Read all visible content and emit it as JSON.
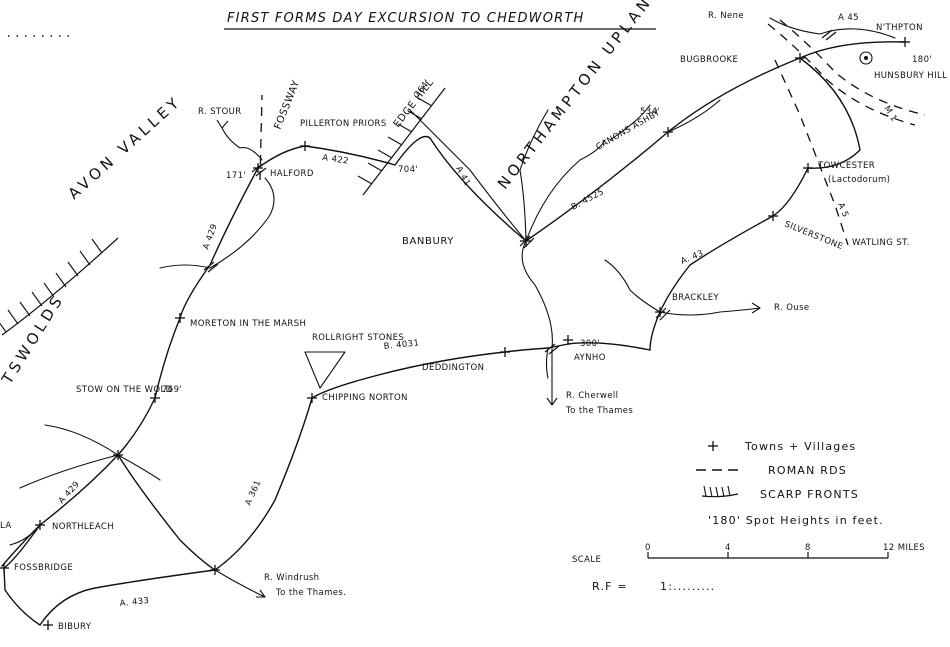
{
  "title": "FIRST FORMS DAY EXCURSION TO CHEDWORTH",
  "regions": {
    "avon_valley": "AVON VALLEY",
    "cotswolds": "TSWOLDS",
    "northampton_uplands": "NORTHAMPTON UPLANDS",
    "fossway": "FOSSWAY",
    "edge_hill": "EDGE HILL",
    "watling_st": "WATLING ST."
  },
  "places": {
    "pillerton_priors": "PILLERTON PRIORS",
    "halford": "HALFORD",
    "banbury": "BANBURY",
    "canons_ashby": "CANONS ASHBY",
    "bugbrooke": "BUGBROOKE",
    "towcester": "TOWCESTER",
    "lactodorum": "(Lactodorum)",
    "silverstone": "SILVERSTONE",
    "brackley": "BRACKLEY",
    "aynho": "AYNHO",
    "deddington": "DEDDINGTON",
    "rollright_stones": "ROLLRIGHT STONES",
    "chipping_norton": "CHIPPING NORTON",
    "moreton_in_the_marsh": "MORETON IN THE MARSH",
    "stow_on_the_wold": "STOW ON THE WOLD",
    "northleach": "NORTHLEACH",
    "fossbridge": "FOSSBRIDGE",
    "bibury": "BIBURY",
    "nthpton": "N'THPTON",
    "hunsbury_hill": "HUNSBURY HILL",
    "la_fragment": "LA"
  },
  "rivers": {
    "stour": "R. STOUR",
    "nene": "R. Nene",
    "ouse": "R. Ouse",
    "cherwell": "R. Cherwell",
    "cherwell_note": "To the Thames",
    "windrush": "R. Windrush",
    "windrush_note": "To the Thames."
  },
  "roads": {
    "a422": "A 422",
    "a41": "A 41",
    "b4525": "B. 4525",
    "a45": "A 45",
    "m1": "M 1",
    "a5": "A 5",
    "a43": "A. 43",
    "b4031": "B. 4031",
    "a361": "A 361",
    "a429_north": "A 429",
    "a429_south": "A 429",
    "a433": "A. 433"
  },
  "heights": {
    "halford": "171'",
    "edge_hill_top": "764'",
    "edge_hill_road": "704'",
    "canons_ashby": "534'",
    "aynho": "300'",
    "stow": "769'",
    "hunsbury": "180'"
  },
  "legend": {
    "towns": "Towns + Villages",
    "roman": "ROMAN RDS",
    "scarp": "SCARP FRONTS",
    "spot": "'180' Spot Heights in feet."
  },
  "scale": {
    "label": "SCALE",
    "ticks": [
      "0",
      "4",
      "8",
      "12 MILES"
    ],
    "rf_label": "R.F =",
    "rf_value": "1:........."
  }
}
